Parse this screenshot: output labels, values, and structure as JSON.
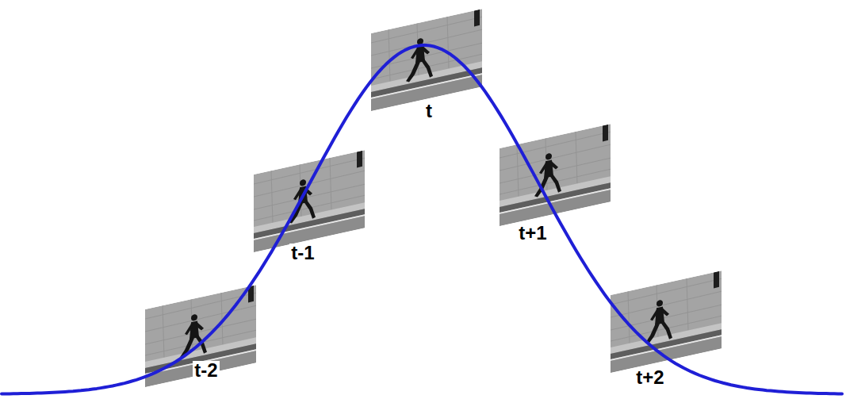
{
  "diagram": {
    "labels": [
      "t-2",
      "t-1",
      "t",
      "t+1",
      "t+2"
    ]
  }
}
